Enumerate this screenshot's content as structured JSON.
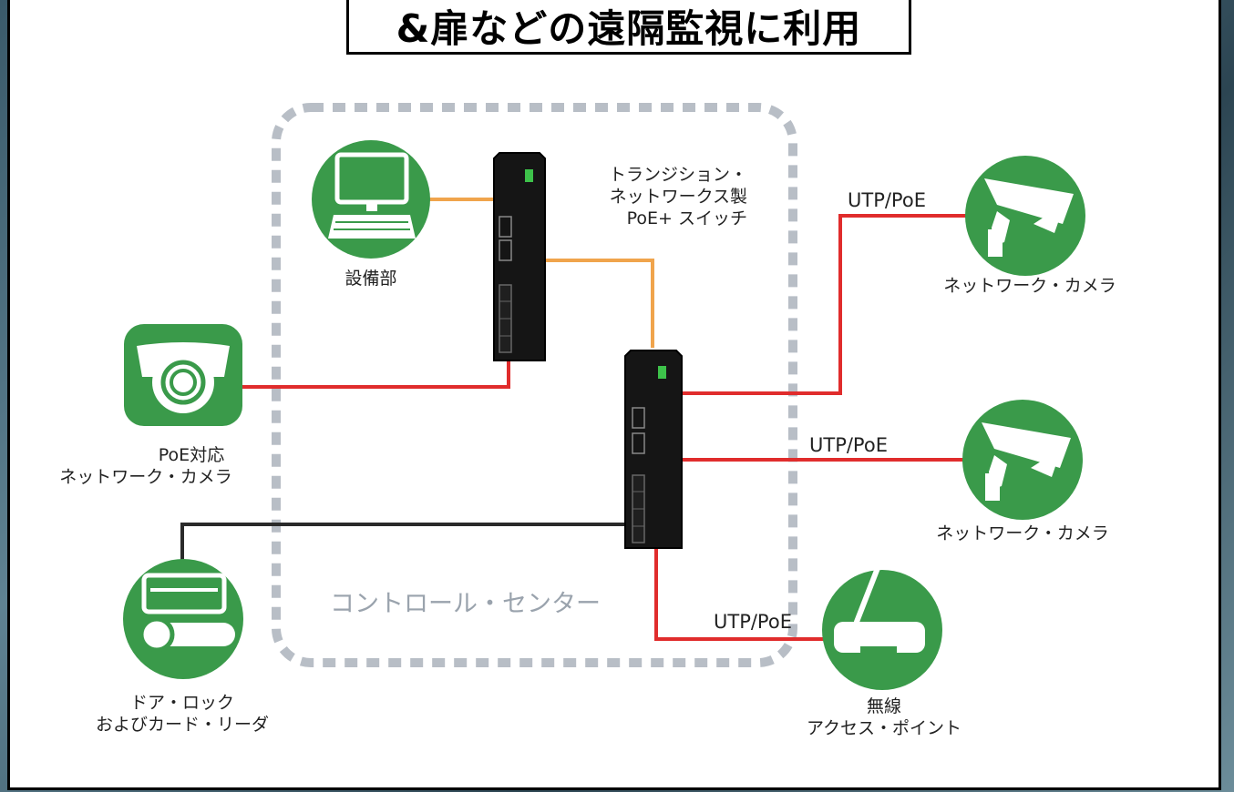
{
  "title": "&扉などの遠隔監視に利用",
  "labels": {
    "switch_brand_1": "トランジション・",
    "switch_brand_2": "ネットワークス製",
    "switch_brand_3": "PoE+ スイッチ",
    "facility": "設備部",
    "poe_camera_1": "PoE対応",
    "poe_camera_2": "ネットワーク・カメラ",
    "camera_top": "ネットワーク・カメラ",
    "camera_mid": "ネットワーク・カメラ",
    "door_lock_1": "ドア・ロック",
    "door_lock_2": "およびカード・リーダ",
    "wireless_1": "無線",
    "wireless_2": "アクセス・ポイント",
    "control_center": "コントロール・センター",
    "link_top": "UTP/PoE",
    "link_mid": "UTP/PoE",
    "link_bottom": "UTP/PoE"
  },
  "colors": {
    "icon_green": "#3a9a4a",
    "poe_line": "#e02c2c",
    "uplink_line": "#f0a44c",
    "data_line": "#2a2a2a",
    "zone_border": "#b8bec6"
  }
}
